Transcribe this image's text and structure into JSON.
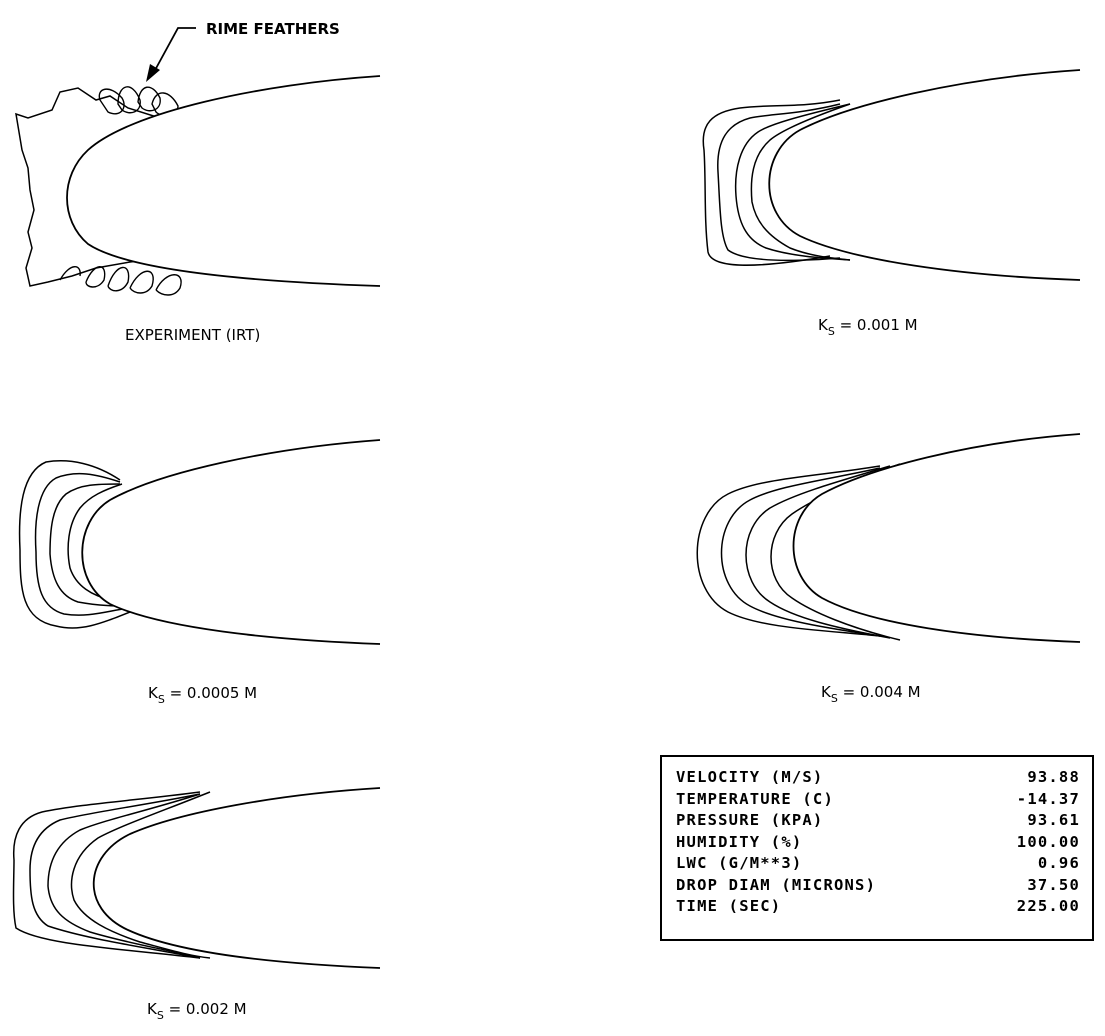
{
  "annotation": {
    "text": "RIME FEATHERS"
  },
  "panels": [
    {
      "id": "experiment",
      "caption_main": "EXPERIMENT (IRT)",
      "caption_sub": ""
    },
    {
      "id": "ks-0001",
      "caption_main": "K",
      "caption_sub": "S",
      "caption_rest": " = 0.001 M"
    },
    {
      "id": "ks-00005",
      "caption_main": "K",
      "caption_sub": "S",
      "caption_rest": " = 0.0005 M"
    },
    {
      "id": "ks-0004",
      "caption_main": "K",
      "caption_sub": "S",
      "caption_rest": " = 0.004 M"
    },
    {
      "id": "ks-0002",
      "caption_main": "K",
      "caption_sub": "S",
      "caption_rest": " = 0.002 M"
    }
  ],
  "conditions": {
    "rows": [
      {
        "label": "VELOCITY (M/S)",
        "value": "93.88"
      },
      {
        "label": "TEMPERATURE (C)",
        "value": "-14.37"
      },
      {
        "label": "PRESSURE (KPA)",
        "value": "93.61"
      },
      {
        "label": "HUMIDITY (%)",
        "value": "100.00"
      },
      {
        "label": "LWC (G/M**3)",
        "value": "0.96"
      },
      {
        "label": "DROP DIAM (MICRONS)",
        "value": "37.50"
      },
      {
        "label": "TIME (SEC)",
        "value": "225.00"
      }
    ]
  }
}
